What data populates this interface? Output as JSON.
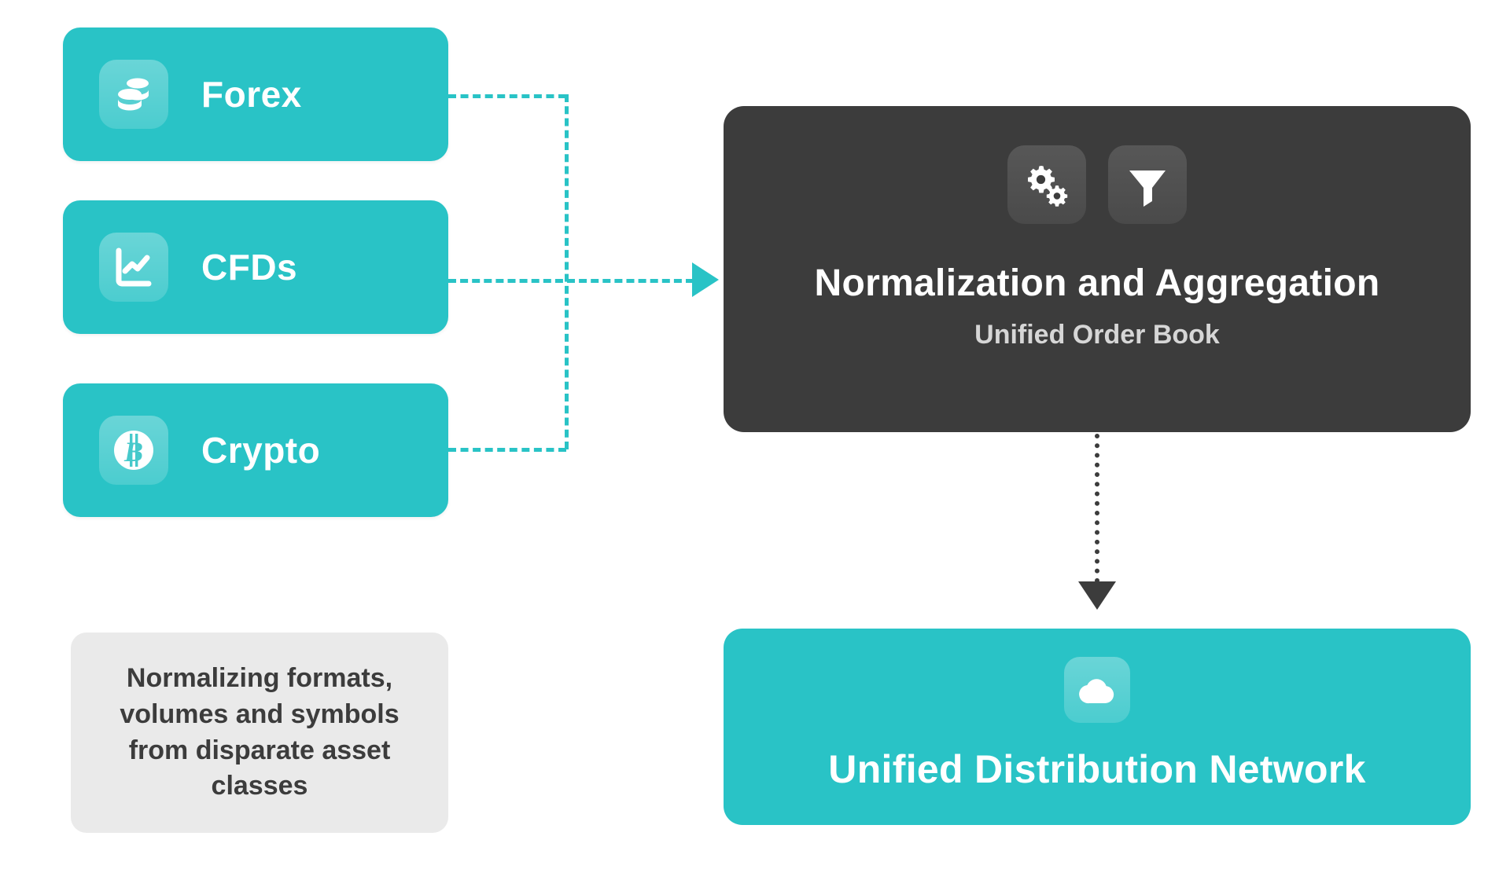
{
  "diagram": {
    "sources": [
      {
        "label": "Forex",
        "icon": "coins-stack-icon"
      },
      {
        "label": "CFDs",
        "icon": "line-chart-icon"
      },
      {
        "label": "Crypto",
        "icon": "bitcoin-icon"
      }
    ],
    "hub": {
      "title": "Normalization and Aggregation",
      "subtitle": "Unified Order Book",
      "icons": [
        {
          "name": "gears-icon"
        },
        {
          "name": "filter-funnel-icon"
        }
      ]
    },
    "note": {
      "text": "Normalizing formats, volumes and symbols from disparate asset classes"
    },
    "output": {
      "label": "Unified Distribution Network",
      "icon": "cloud-icon"
    },
    "connectors": [
      {
        "name": "forex-to-hub",
        "style": "dashed",
        "color": "#29c3c6"
      },
      {
        "name": "cfds-to-hub",
        "style": "dashed",
        "color": "#29c3c6"
      },
      {
        "name": "crypto-to-hub",
        "style": "dashed",
        "color": "#29c3c6"
      },
      {
        "name": "hub-to-output",
        "style": "dotted",
        "color": "#3c3c3c"
      }
    ],
    "colors": {
      "teal": "#29c3c6",
      "dark": "#3c3c3c",
      "note_bg": "#eaeaea",
      "background": "#ffffff"
    }
  }
}
